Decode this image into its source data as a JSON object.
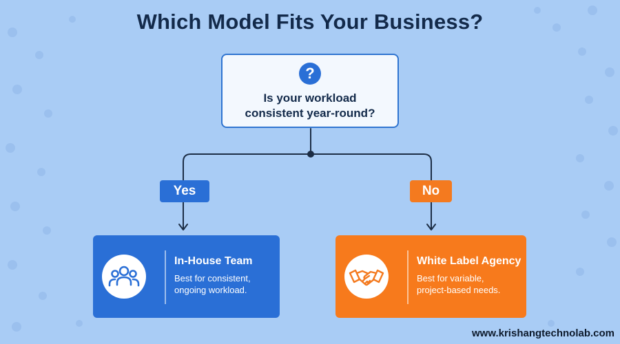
{
  "title": "Which Model Fits Your Business?",
  "question": {
    "icon": "question-icon",
    "icon_glyph": "?",
    "lines": [
      "Is your workload",
      "consistent year-round?"
    ]
  },
  "branches": {
    "yes": {
      "label": "Yes",
      "color": "#2a6fd6",
      "card": {
        "icon": "team-icon",
        "title": "In-House Team",
        "desc_lines": [
          "Best for consistent,",
          "ongoing workload."
        ],
        "color": "#2a6fd6"
      }
    },
    "no": {
      "label": "No",
      "color": "#f47a1f",
      "card": {
        "icon": "handshake-icon",
        "title": "White Label Agency",
        "desc_lines": [
          "Best for variable,",
          "project-based needs."
        ],
        "color": "#f77a1c"
      }
    }
  },
  "footer_url": "www.krishangtechnolab.com",
  "colors": {
    "background": "#a9ccf5",
    "title": "#132a4a",
    "connector": "#1c2d45"
  }
}
